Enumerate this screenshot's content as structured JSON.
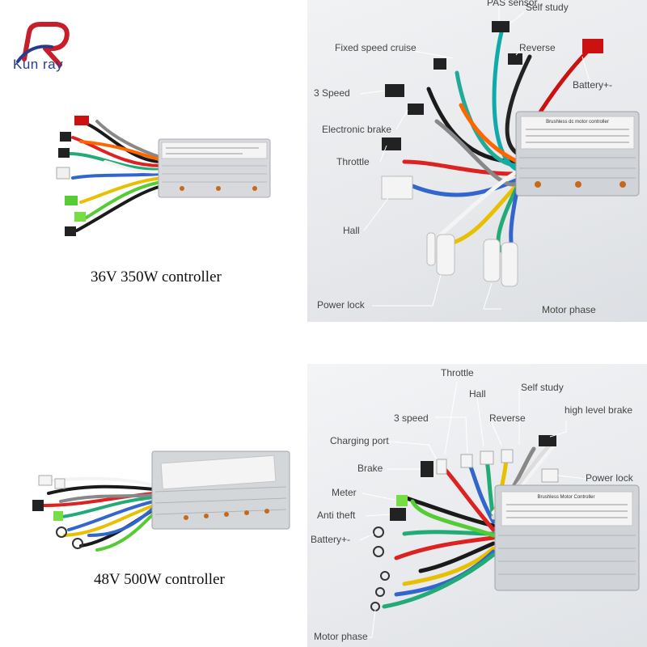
{
  "brand": {
    "name": "Kun ray"
  },
  "captions": {
    "top": "36V 350W controller",
    "bottom": "48V 500W controller"
  },
  "top_right_labels": {
    "pas_sensor": "PAS sensor",
    "self_study": "Self study",
    "fixed_speed_cruise": "Fixed speed cruise",
    "reverse": "Reverse",
    "three_speed": "3 Speed",
    "battery": "Battery+-",
    "electronic_brake": "Electronic brake",
    "throttle": "Throttle",
    "hall": "Hall",
    "power_lock": "Power lock",
    "motor_phase": "Motor phase",
    "controller_title": "Brushless dc motor controller"
  },
  "bottom_right_labels": {
    "throttle": "Throttle",
    "self_study": "Self study",
    "hall": "Hall",
    "three_speed": "3 speed",
    "high_level_brake": "high level brake",
    "reverse": "Reverse",
    "charging_port": "Charging port",
    "brake": "Brake",
    "power_lock": "Power lock",
    "meter": "Meter",
    "anti_theft": "Anti theft",
    "battery": "Battery+-",
    "motor_phase": "Motor phase",
    "controller_title": "Brushless Motor Controller"
  }
}
